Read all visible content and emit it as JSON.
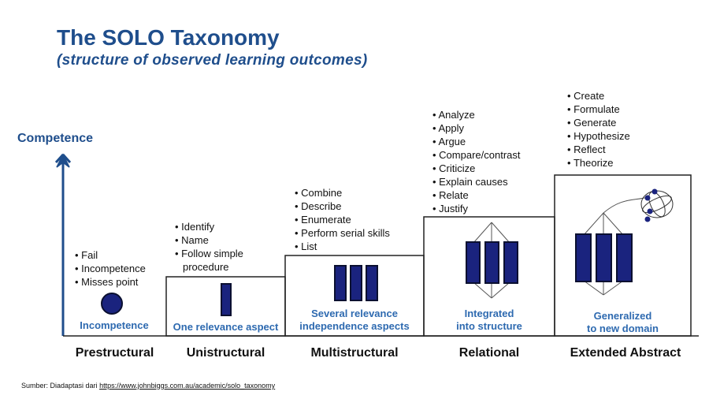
{
  "title": "The SOLO Taxonomy",
  "subtitle": "(structure of observed learning outcomes)",
  "axis_label": "Competence",
  "levels": [
    {
      "name": "Prestructural",
      "caption": [
        "Incompetence"
      ],
      "bullets": [
        "Fail",
        "Incompetence",
        "Misses point"
      ]
    },
    {
      "name": "Unistructural",
      "caption": [
        "One relevance aspect"
      ],
      "bullets": [
        "Identify",
        "Name",
        "Follow simple",
        "procedure"
      ]
    },
    {
      "name": "Multistructural",
      "caption": [
        "Several relevance",
        "independence aspects"
      ],
      "bullets": [
        "Combine",
        "Describe",
        "Enumerate",
        "Perform serial skills",
        "List"
      ]
    },
    {
      "name": "Relational",
      "caption": [
        "Integrated",
        "into structure"
      ],
      "bullets": [
        "Analyze",
        "Apply",
        "Argue",
        "Compare/contrast",
        "Criticize",
        "Explain causes",
        "Relate",
        "Justify"
      ]
    },
    {
      "name": "Extended Abstract",
      "caption": [
        "Generalized",
        "to new domain"
      ],
      "bullets": [
        "Create",
        "Formulate",
        "Generate",
        "Hypothesize",
        "Reflect",
        "Theorize"
      ]
    }
  ],
  "source": {
    "prefix": "Sumber: Diadaptasi dari ",
    "link": "https://www.johnbiggs.com.au/academic/solo_taxonomy"
  },
  "colors": {
    "title": "#1f4e8c",
    "caption": "#2e6ab0",
    "bar": "#1a237e",
    "axis": "#1f4e8c"
  }
}
